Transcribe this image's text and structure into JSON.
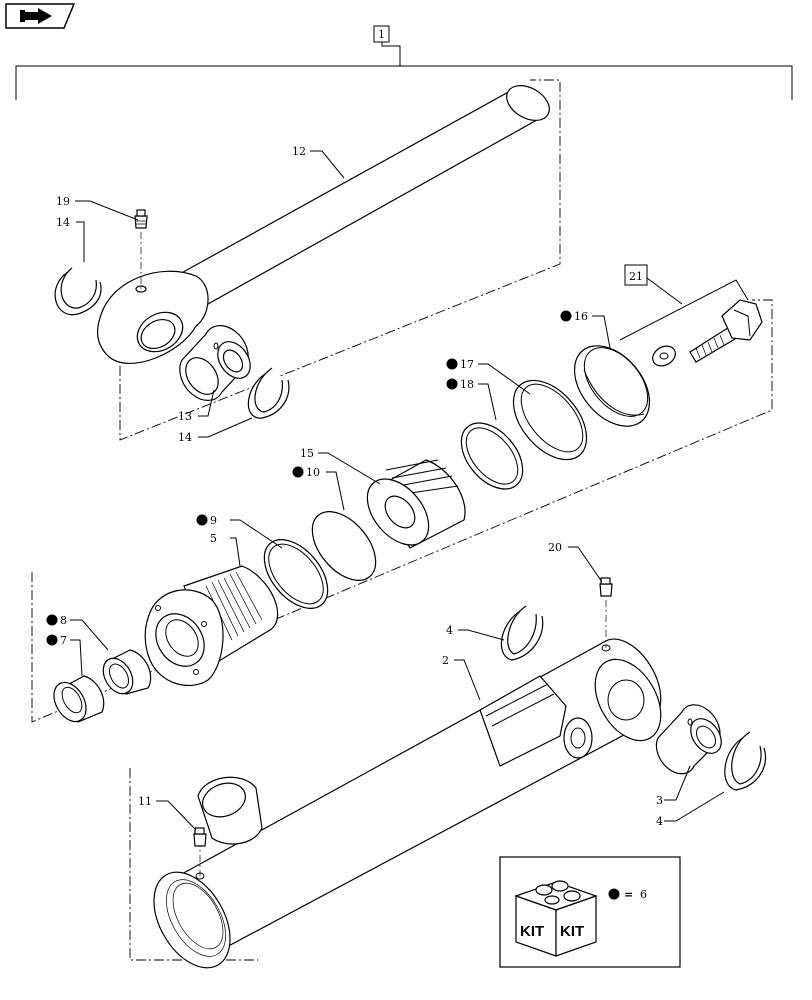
{
  "diagram": {
    "assembly_callout": "1",
    "kit_callout": "21",
    "kit_legend": {
      "kit_label_1": "KIT",
      "kit_label_2": "KIT",
      "equals_symbol": "=",
      "kit_number": "6"
    },
    "callouts": [
      {
        "id": "12",
        "text": "12",
        "kit": false
      },
      {
        "id": "19",
        "text": "19",
        "kit": false
      },
      {
        "id": "14a",
        "text": "14",
        "kit": false
      },
      {
        "id": "13",
        "text": "13",
        "kit": false
      },
      {
        "id": "14b",
        "text": "14",
        "kit": false
      },
      {
        "id": "16",
        "text": "16",
        "kit": true
      },
      {
        "id": "17",
        "text": "17",
        "kit": true
      },
      {
        "id": "18",
        "text": "18",
        "kit": true
      },
      {
        "id": "15",
        "text": "15",
        "kit": false
      },
      {
        "id": "10",
        "text": "10",
        "kit": true
      },
      {
        "id": "9",
        "text": "9",
        "kit": true
      },
      {
        "id": "5",
        "text": "5",
        "kit": false
      },
      {
        "id": "8",
        "text": "8",
        "kit": true
      },
      {
        "id": "7",
        "text": "7",
        "kit": true
      },
      {
        "id": "20",
        "text": "20",
        "kit": false
      },
      {
        "id": "4a",
        "text": "4",
        "kit": false
      },
      {
        "id": "2",
        "text": "2",
        "kit": false
      },
      {
        "id": "3",
        "text": "3",
        "kit": false
      },
      {
        "id": "4b",
        "text": "4",
        "kit": false
      },
      {
        "id": "11",
        "text": "11",
        "kit": false
      }
    ]
  }
}
